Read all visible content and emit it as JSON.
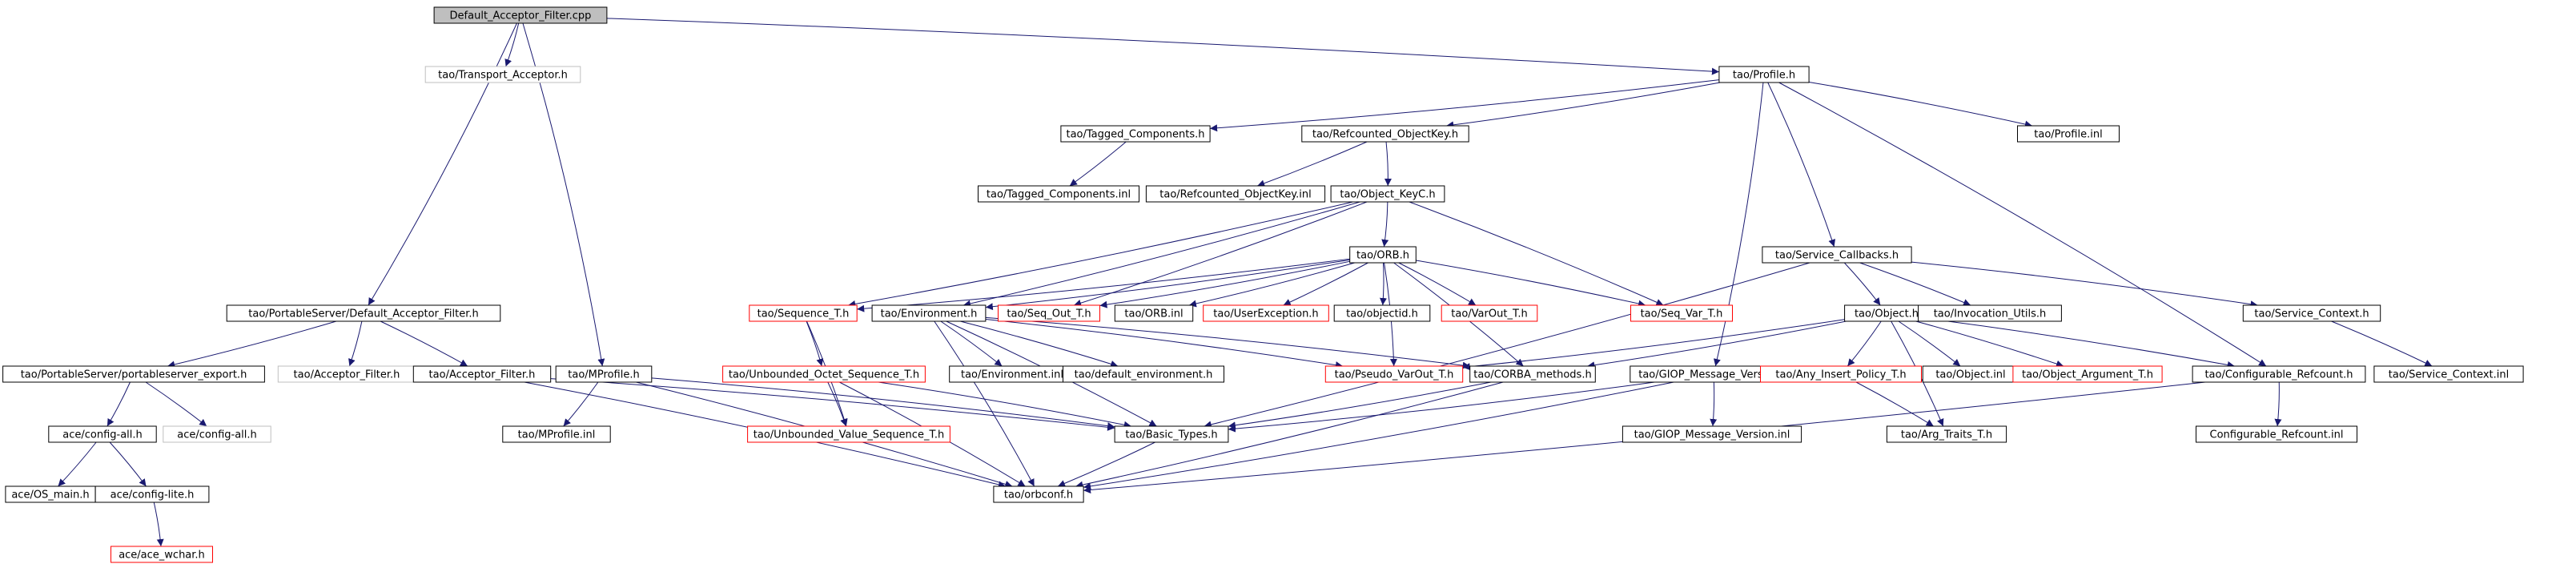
{
  "colors": {
    "edge": "#191970",
    "border_normal": "#000000",
    "border_missing": "#ff0000",
    "border_external": "#bfbfbf",
    "fill_root": "#bfbfbf",
    "fill_default": "#ffffff"
  },
  "nodes": [
    {
      "id": "n0",
      "label": "Default_Acceptor_Filter.cpp",
      "style": "root"
    },
    {
      "id": "n1",
      "label": "tao/Transport_Acceptor.h",
      "style": "external"
    },
    {
      "id": "n2",
      "label": "tao/Profile.h",
      "style": "normal"
    },
    {
      "id": "n3",
      "label": "tao/Tagged_Components.h",
      "style": "normal"
    },
    {
      "id": "n4",
      "label": "tao/Refcounted_ObjectKey.h",
      "style": "normal"
    },
    {
      "id": "n5",
      "label": "tao/Profile.inl",
      "style": "normal"
    },
    {
      "id": "n6",
      "label": "tao/Tagged_Components.inl",
      "style": "normal"
    },
    {
      "id": "n7",
      "label": "tao/Refcounted_ObjectKey.inl",
      "style": "normal"
    },
    {
      "id": "n8",
      "label": "tao/Object_KeyC.h",
      "style": "normal"
    },
    {
      "id": "n9",
      "label": "tao/ORB.h",
      "style": "normal"
    },
    {
      "id": "n10",
      "label": "tao/Service_Callbacks.h",
      "style": "normal"
    },
    {
      "id": "n11",
      "label": "tao/PortableServer/Default_Acceptor_Filter.h",
      "style": "normal"
    },
    {
      "id": "n12",
      "label": "tao/Sequence_T.h",
      "style": "missing"
    },
    {
      "id": "n13",
      "label": "tao/Environment.h",
      "style": "normal"
    },
    {
      "id": "n14",
      "label": "tao/Seq_Out_T.h",
      "style": "missing"
    },
    {
      "id": "n15",
      "label": "tao/ORB.inl",
      "style": "normal"
    },
    {
      "id": "n16",
      "label": "tao/UserException.h",
      "style": "missing"
    },
    {
      "id": "n17",
      "label": "tao/objectid.h",
      "style": "normal"
    },
    {
      "id": "n18",
      "label": "tao/VarOut_T.h",
      "style": "missing"
    },
    {
      "id": "n19",
      "label": "tao/Seq_Var_T.h",
      "style": "missing"
    },
    {
      "id": "n20",
      "label": "tao/Object.h",
      "style": "normal"
    },
    {
      "id": "n21",
      "label": "tao/Invocation_Utils.h",
      "style": "normal"
    },
    {
      "id": "n22",
      "label": "tao/Service_Context.h",
      "style": "normal"
    },
    {
      "id": "n23",
      "label": "tao/PortableServer/portableserver_export.h",
      "style": "normal"
    },
    {
      "id": "n24",
      "label": "tao/Acceptor_Filter.h",
      "style": "external"
    },
    {
      "id": "n25",
      "label": "tao/Acceptor_Filter.h",
      "style": "normal"
    },
    {
      "id": "n26",
      "label": "tao/MProfile.h",
      "style": "normal"
    },
    {
      "id": "n27",
      "label": "tao/Unbounded_Octet_Sequence_T.h",
      "style": "missing"
    },
    {
      "id": "n28",
      "label": "tao/Environment.inl",
      "style": "normal"
    },
    {
      "id": "n29",
      "label": "tao/default_environment.h",
      "style": "normal"
    },
    {
      "id": "n30",
      "label": "tao/Pseudo_VarOut_T.h",
      "style": "missing"
    },
    {
      "id": "n31",
      "label": "tao/CORBA_methods.h",
      "style": "normal"
    },
    {
      "id": "n32",
      "label": "tao/GIOP_Message_Version.h",
      "style": "normal"
    },
    {
      "id": "n33",
      "label": "tao/Any_Insert_Policy_T.h",
      "style": "missing"
    },
    {
      "id": "n34",
      "label": "tao/Object.inl",
      "style": "normal"
    },
    {
      "id": "n35",
      "label": "tao/Object_Argument_T.h",
      "style": "missing"
    },
    {
      "id": "n36",
      "label": "tao/Configurable_Refcount.h",
      "style": "normal"
    },
    {
      "id": "n37",
      "label": "tao/Service_Context.inl",
      "style": "normal"
    },
    {
      "id": "n38",
      "label": "ace/config-all.h",
      "style": "normal"
    },
    {
      "id": "n39",
      "label": "ace/config-all.h",
      "style": "external"
    },
    {
      "id": "n40",
      "label": "tao/MProfile.inl",
      "style": "normal"
    },
    {
      "id": "n41",
      "label": "tao/Unbounded_Value_Sequence_T.h",
      "style": "missing"
    },
    {
      "id": "n42",
      "label": "tao/Basic_Types.h",
      "style": "normal"
    },
    {
      "id": "n43",
      "label": "tao/GIOP_Message_Version.inl",
      "style": "normal"
    },
    {
      "id": "n44",
      "label": "tao/Arg_Traits_T.h",
      "style": "normal"
    },
    {
      "id": "n45",
      "label": "Configurable_Refcount.inl",
      "style": "normal"
    },
    {
      "id": "n46",
      "label": "ace/OS_main.h",
      "style": "normal"
    },
    {
      "id": "n47",
      "label": "ace/config-lite.h",
      "style": "normal"
    },
    {
      "id": "n48",
      "label": "tao/orbconf.h",
      "style": "normal"
    },
    {
      "id": "n49",
      "label": "ace/ace_wchar.h",
      "style": "missing"
    }
  ],
  "edges": [
    [
      "n0",
      "n1"
    ],
    [
      "n0",
      "n2"
    ],
    [
      "n0",
      "n11"
    ],
    [
      "n0",
      "n26"
    ],
    [
      "n2",
      "n3"
    ],
    [
      "n2",
      "n4"
    ],
    [
      "n2",
      "n5"
    ],
    [
      "n2",
      "n10"
    ],
    [
      "n2",
      "n32"
    ],
    [
      "n2",
      "n36"
    ],
    [
      "n3",
      "n6"
    ],
    [
      "n4",
      "n7"
    ],
    [
      "n4",
      "n8"
    ],
    [
      "n8",
      "n9"
    ],
    [
      "n8",
      "n12"
    ],
    [
      "n8",
      "n13"
    ],
    [
      "n8",
      "n14"
    ],
    [
      "n8",
      "n19"
    ],
    [
      "n9",
      "n12"
    ],
    [
      "n9",
      "n13"
    ],
    [
      "n9",
      "n14"
    ],
    [
      "n9",
      "n15"
    ],
    [
      "n9",
      "n16"
    ],
    [
      "n9",
      "n17"
    ],
    [
      "n9",
      "n18"
    ],
    [
      "n9",
      "n19"
    ],
    [
      "n9",
      "n30"
    ],
    [
      "n9",
      "n31"
    ],
    [
      "n10",
      "n20"
    ],
    [
      "n10",
      "n21"
    ],
    [
      "n10",
      "n22"
    ],
    [
      "n10",
      "n42"
    ],
    [
      "n11",
      "n23"
    ],
    [
      "n11",
      "n24"
    ],
    [
      "n11",
      "n25"
    ],
    [
      "n12",
      "n27"
    ],
    [
      "n12",
      "n41"
    ],
    [
      "n13",
      "n28"
    ],
    [
      "n13",
      "n29"
    ],
    [
      "n13",
      "n30"
    ],
    [
      "n13",
      "n31"
    ],
    [
      "n13",
      "n42"
    ],
    [
      "n13",
      "n48"
    ],
    [
      "n20",
      "n30"
    ],
    [
      "n20",
      "n31"
    ],
    [
      "n20",
      "n33"
    ],
    [
      "n20",
      "n34"
    ],
    [
      "n20",
      "n35"
    ],
    [
      "n20",
      "n36"
    ],
    [
      "n20",
      "n44"
    ],
    [
      "n22",
      "n37"
    ],
    [
      "n23",
      "n38"
    ],
    [
      "n23",
      "n39"
    ],
    [
      "n25",
      "n42"
    ],
    [
      "n25",
      "n48"
    ],
    [
      "n26",
      "n40"
    ],
    [
      "n26",
      "n42"
    ],
    [
      "n26",
      "n48"
    ],
    [
      "n27",
      "n41"
    ],
    [
      "n27",
      "n42"
    ],
    [
      "n27",
      "n48"
    ],
    [
      "n31",
      "n42"
    ],
    [
      "n31",
      "n48"
    ],
    [
      "n32",
      "n42"
    ],
    [
      "n32",
      "n43"
    ],
    [
      "n32",
      "n48"
    ],
    [
      "n33",
      "n44"
    ],
    [
      "n36",
      "n45"
    ],
    [
      "n36",
      "n48"
    ],
    [
      "n38",
      "n46"
    ],
    [
      "n38",
      "n47"
    ],
    [
      "n42",
      "n48"
    ],
    [
      "n47",
      "n49"
    ]
  ]
}
